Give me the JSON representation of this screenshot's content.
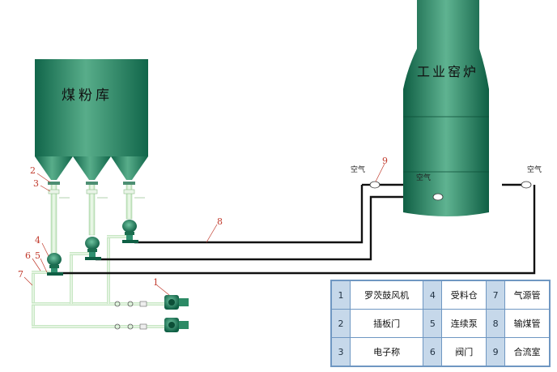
{
  "silo": {
    "label": "煤粉库"
  },
  "kiln": {
    "label": "工业窑炉"
  },
  "callouts": [
    "1",
    "2",
    "3",
    "4",
    "5",
    "6",
    "7",
    "8",
    "9"
  ],
  "air_label": "空气",
  "legend": [
    [
      {
        "n": "1",
        "t": "罗茨鼓风机"
      },
      {
        "n": "4",
        "t": "受料仓"
      },
      {
        "n": "7",
        "t": "气源管"
      }
    ],
    [
      {
        "n": "2",
        "t": "插板门"
      },
      {
        "n": "5",
        "t": "连续泵"
      },
      {
        "n": "8",
        "t": "输煤管"
      }
    ],
    [
      {
        "n": "3",
        "t": "电子称"
      },
      {
        "n": "6",
        "t": "阀门"
      },
      {
        "n": "9",
        "t": "合流室"
      }
    ]
  ],
  "colors": {
    "equipment_green": "#1f7a57",
    "equipment_light": "#58ad8a",
    "coal_pipe": "#111111",
    "air_pipe": "#cfe9c9",
    "callout_red": "#c0392b",
    "legend_border": "#6f97c2",
    "legend_num_bg": "#c6d8ea"
  }
}
